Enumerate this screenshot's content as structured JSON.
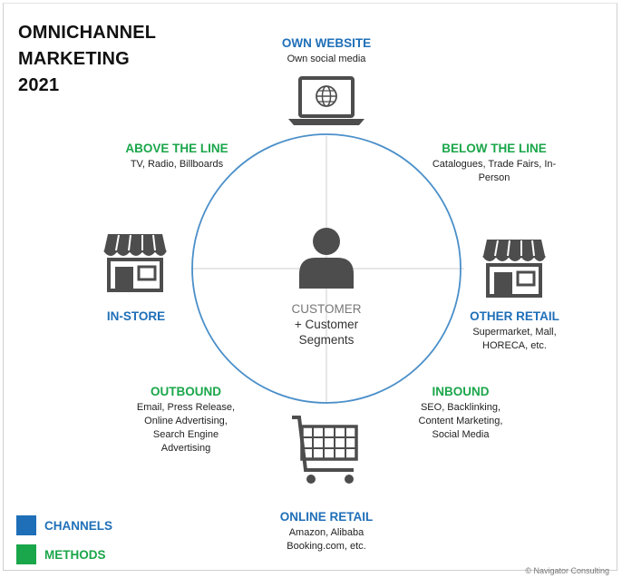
{
  "title": {
    "line1": "OMNICHANNEL",
    "line2": "MARKETING",
    "line3": "2021"
  },
  "center": {
    "label": "CUSTOMER",
    "sub1": "+ Customer",
    "sub2": "Segments"
  },
  "nodes": {
    "own_website": {
      "head": "OWN WEBSITE",
      "sub": "Own social media",
      "kind": "channel"
    },
    "above_the_line": {
      "head": "ABOVE THE LINE",
      "sub": "TV, Radio, Billboards",
      "kind": "method"
    },
    "below_the_line": {
      "head": "BELOW THE LINE",
      "sub1": "Catalogues, Trade Fairs, In-",
      "sub2": "Person",
      "kind": "method"
    },
    "in_store": {
      "head": "IN-STORE",
      "kind": "channel"
    },
    "other_retail": {
      "head": "OTHER RETAIL",
      "sub1": "Supermarket, Mall,",
      "sub2": "HORECA, etc.",
      "kind": "channel"
    },
    "outbound": {
      "head": "OUTBOUND",
      "sub1": "Email, Press Release,",
      "sub2": "Online Advertising,",
      "sub3": "Search Engine",
      "sub4": "Advertising",
      "kind": "method"
    },
    "inbound": {
      "head": "INBOUND",
      "sub1": "SEO, Backlinking,",
      "sub2": "Content Marketing,",
      "sub3": "Social Media",
      "kind": "method"
    },
    "online_retail": {
      "head": "ONLINE RETAIL",
      "sub1": "Amazon, Alibaba",
      "sub2": "Booking.com, etc.",
      "kind": "channel"
    }
  },
  "legend": {
    "channels": "CHANNELS",
    "methods": "METHODS"
  },
  "icons": {
    "own_website": "laptop-globe-icon",
    "in_store": "storefront-icon",
    "other_retail": "storefront-icon",
    "online_retail": "shopping-cart-icon",
    "center": "person-icon"
  },
  "colors": {
    "channel": "#1f6fb8",
    "method": "#1aa64a",
    "circle": "#4a8fc9",
    "icon": "#4d4d4d"
  },
  "copyright": "© Navigator Consulting"
}
